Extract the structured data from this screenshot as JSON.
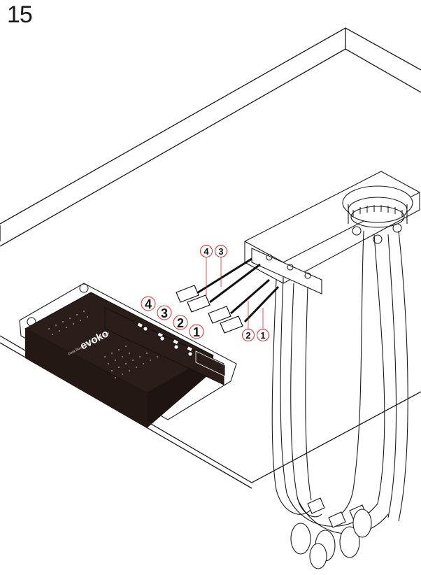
{
  "step_number": "15",
  "device": {
    "brand": "evoko",
    "model_text": "Desk Booking Room Manager"
  },
  "device_port_labels": [
    "4",
    "3",
    "2",
    "1"
  ],
  "cable_labels": {
    "left_pair": [
      "4",
      "3"
    ],
    "right_pair": [
      "2",
      "1"
    ]
  },
  "colors": {
    "line": "#1a1a1a",
    "callout_ring": "#d9252a",
    "device_body": "#2a1d1a",
    "paper": "#ffffff"
  },
  "icons": [
    "rj45-plug-icon",
    "cable-tray-icon",
    "power-brick-icon"
  ]
}
